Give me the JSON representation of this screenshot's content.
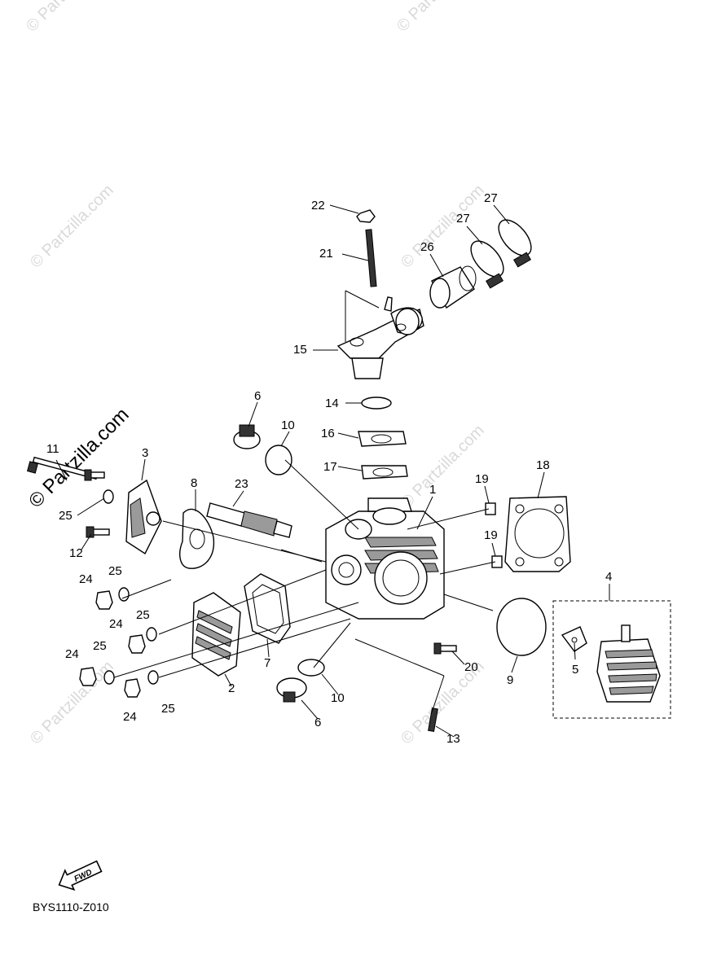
{
  "diagram": {
    "code": "BYS1110-Z010",
    "fwd_label": "FWD",
    "watermark": "© Partzilla.com",
    "callouts": {
      "c1": "1",
      "c2": "2",
      "c3": "3",
      "c4": "4",
      "c5": "5",
      "c6a": "6",
      "c6b": "6",
      "c7": "7",
      "c8": "8",
      "c9": "9",
      "c10a": "10",
      "c10b": "10",
      "c11": "11",
      "c12": "12",
      "c13": "13",
      "c14": "14",
      "c15": "15",
      "c16": "16",
      "c17": "17",
      "c18": "18",
      "c19a": "19",
      "c19b": "19",
      "c20": "20",
      "c21": "21",
      "c22": "22",
      "c23": "23",
      "c24a": "24",
      "c24b": "24",
      "c24c": "24",
      "c24d": "24",
      "c25a": "25",
      "c25b": "25",
      "c25c": "25",
      "c25d": "25",
      "c25e": "25",
      "c26": "26",
      "c27a": "27",
      "c27b": "27"
    }
  }
}
